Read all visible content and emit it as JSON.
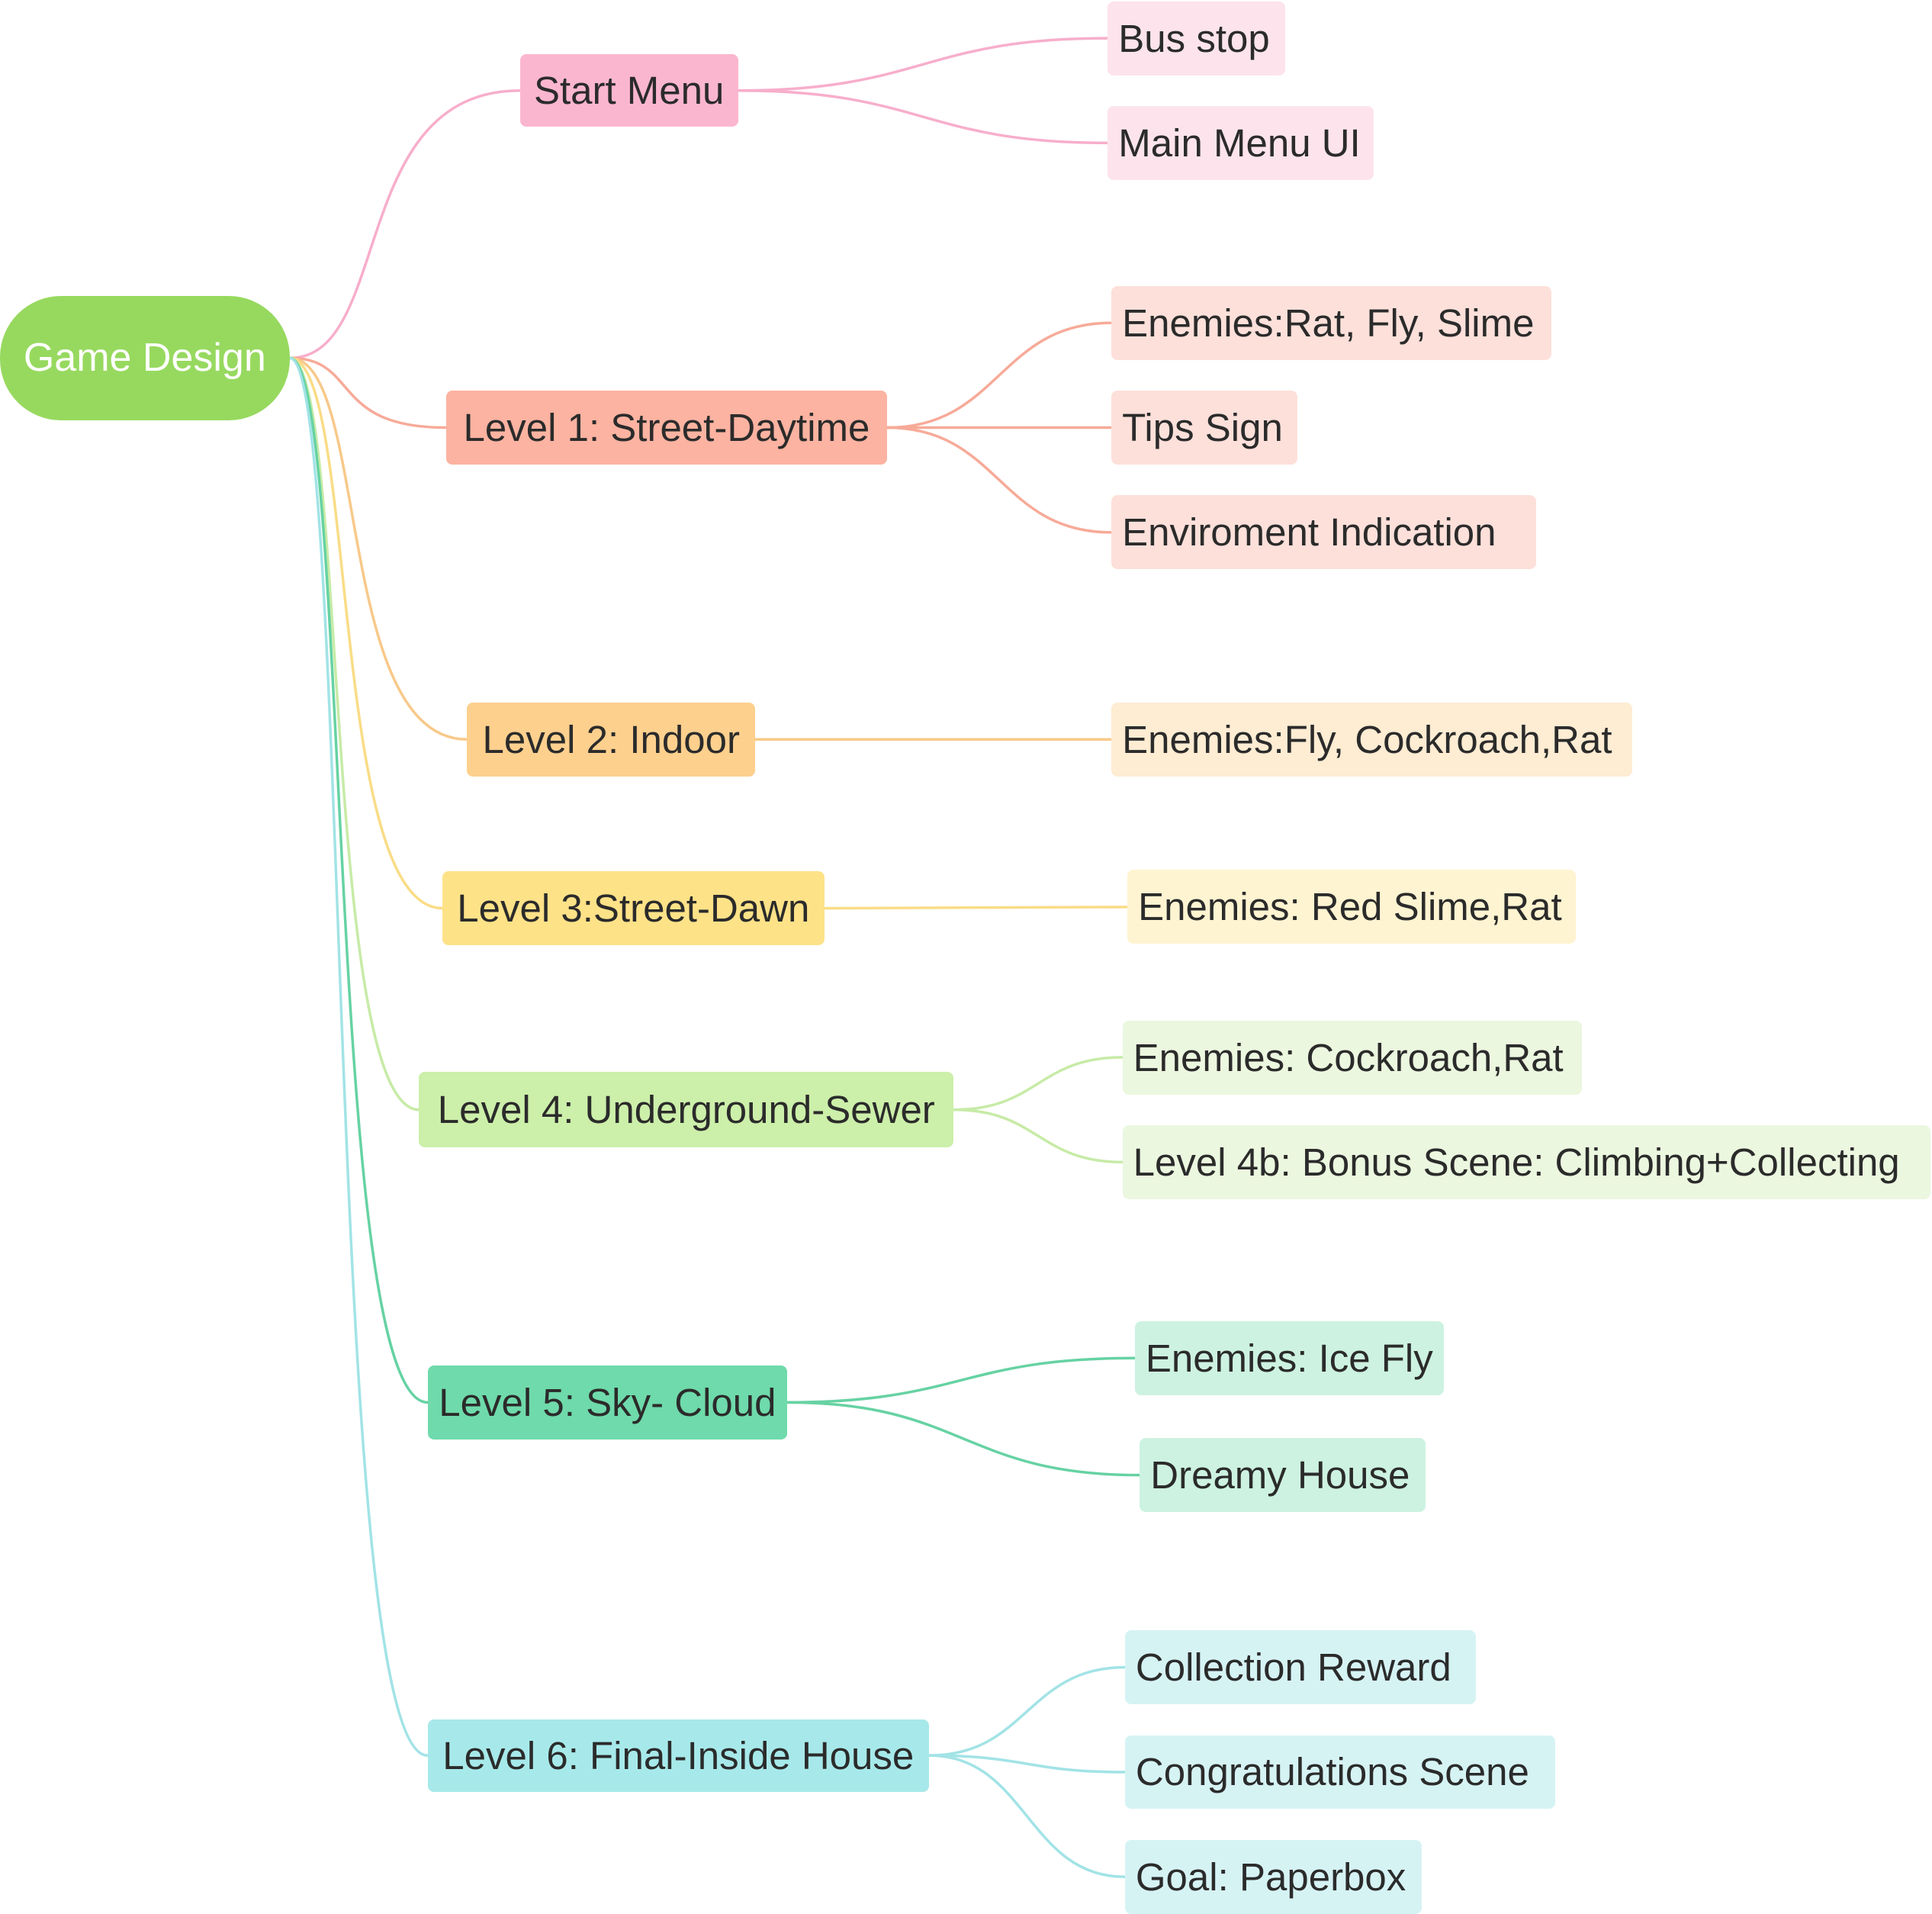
{
  "mindmap": {
    "root": {
      "label": "Game Design",
      "color": "#97d95f"
    },
    "branches": [
      {
        "label": "Start Menu",
        "color": "#fbb6cf",
        "light": "#fde4ec",
        "line": "#f7aecb",
        "children": [
          {
            "label": "Bus stop"
          },
          {
            "label": "Main Menu UI"
          }
        ]
      },
      {
        "label": "Level 1: Street-Daytime",
        "color": "#fcb3a1",
        "light": "#fde0da",
        "line": "#f7aa98",
        "children": [
          {
            "label": "Enemies:Rat, Fly, Slime"
          },
          {
            "label": "Tips Sign"
          },
          {
            "label": "Enviroment Indication"
          }
        ]
      },
      {
        "label": "Level 2: Indoor",
        "color": "#fdd08e",
        "light": "#feecd3",
        "line": "#f8c98a",
        "children": [
          {
            "label": "Enemies:Fly, Cockroach,Rat"
          }
        ]
      },
      {
        "label": "Level 3:Street-Dawn",
        "color": "#fee288",
        "light": "#fff4d1",
        "line": "#f9dc86",
        "children": [
          {
            "label": "Enemies: Red Slime,Rat"
          }
        ]
      },
      {
        "label": "Level 4: Underground-Sewer",
        "color": "#ccefaa",
        "light": "#ebf7df",
        "line": "#c7eba7",
        "children": [
          {
            "label": "Enemies: Cockroach,Rat"
          },
          {
            "label": "Level 4b: Bonus Scene: Climbing+Collecting"
          }
        ]
      },
      {
        "label": "Level 5: Sky- Cloud",
        "color": "#6fdaab",
        "light": "#cdf2e1",
        "line": "#66d2a3",
        "children": [
          {
            "label": "Enemies: Ice Fly"
          },
          {
            "label": "Dreamy House"
          }
        ]
      },
      {
        "label": "Level 6: Final-Inside House",
        "color": "#a7e9ea",
        "light": "#d6f3f4",
        "line": "#a2e3e6",
        "children": [
          {
            "label": "Collection Reward"
          },
          {
            "label": "Congratulations Scene"
          },
          {
            "label": "Goal: Paperbox"
          }
        ]
      }
    ]
  }
}
